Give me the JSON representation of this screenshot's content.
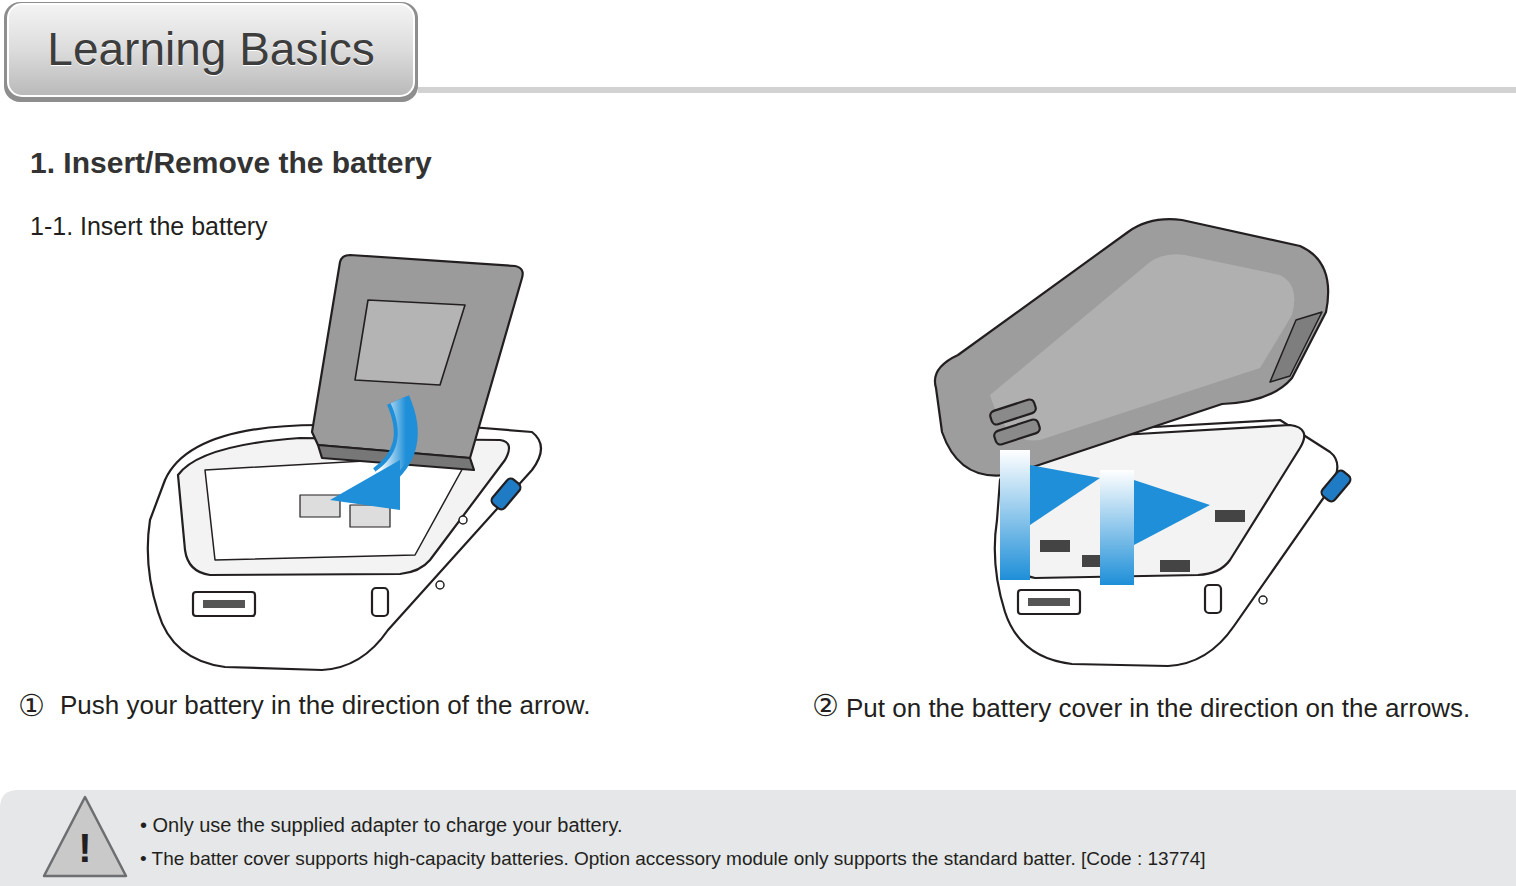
{
  "diagram": {
    "title": "1. Insert/Remove the battery",
    "nodes": [
      {
        "text": [
          "Learning Basics"
        ]
      },
      {
        "text": [
          "• Only use the supplied adapter to charge your battery.",
          "• The batter cover supports high-capacity batteries. Option accessory module only supports the standard batter. [Code : 13774]"
        ]
      }
    ],
    "labels": [
      "1-1. Insert the battery",
      "①",
      "Push your battery in the direction of the arrow.",
      "②",
      "Put on the battery cover in the direction on the arrows.",
      "!"
    ]
  }
}
